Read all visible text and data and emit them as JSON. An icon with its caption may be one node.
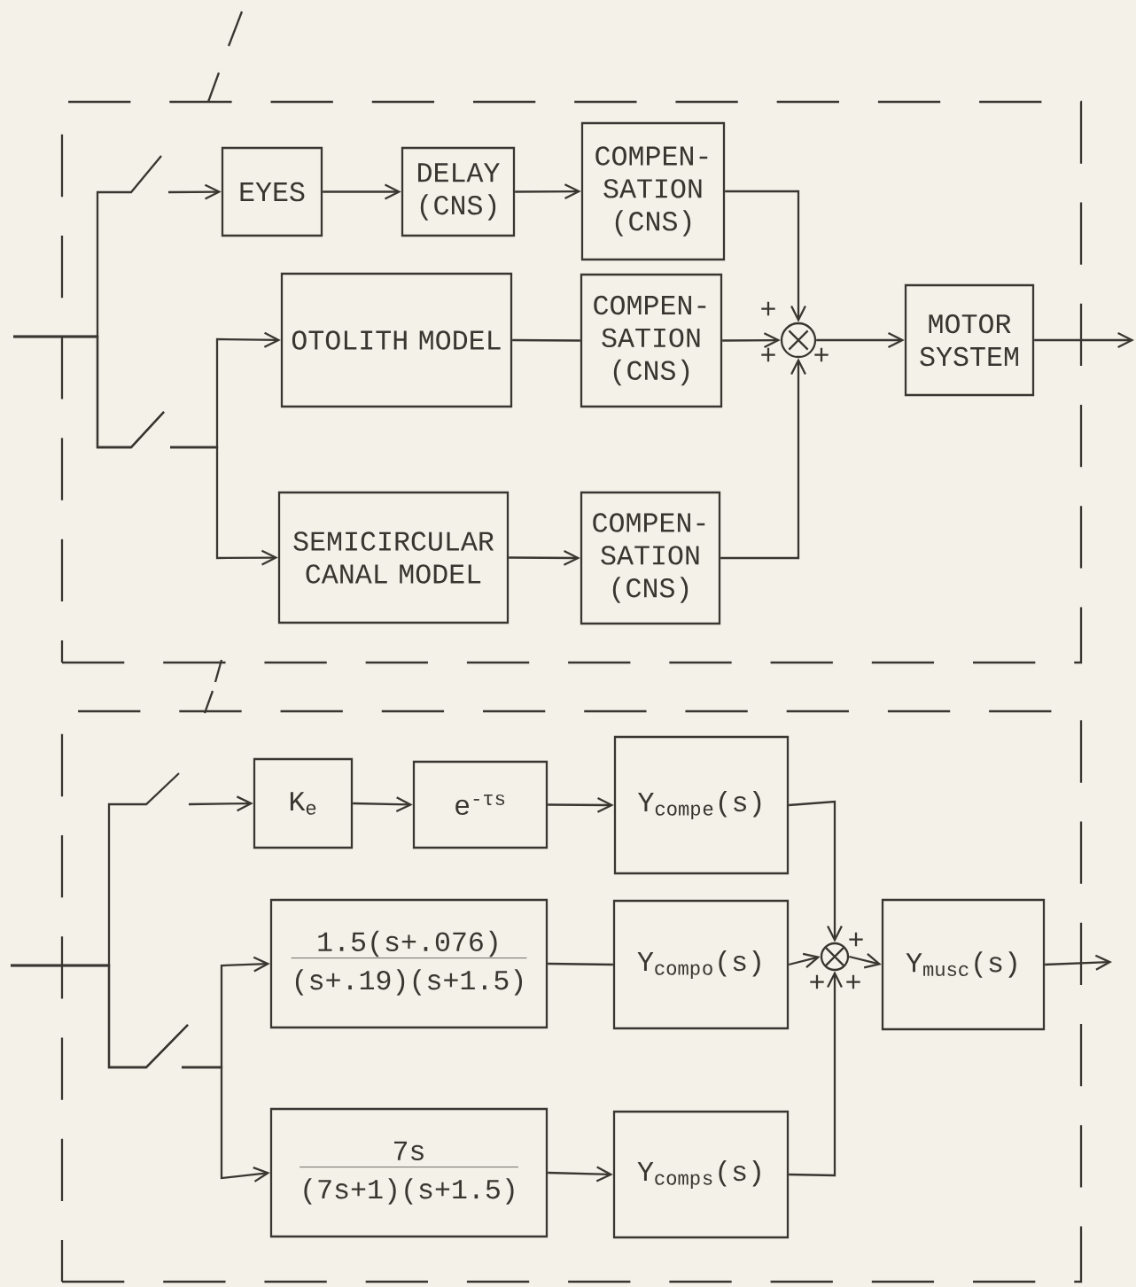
{
  "diagram": {
    "nodes": [
      {
        "text": [],
        "shape": "box"
      },
      {
        "text": [
          "EYES"
        ],
        "in": 0
      },
      {
        "text": [
          "DELAY (CNS)"
        ],
        "in": 0
      },
      {
        "text": [
          "COMPEN- SATION (CNS)"
        ],
        "in": 0
      },
      {
        "text": [
          "OTOLITH MODEL"
        ],
        "in": 0
      },
      {
        "text": [
          "COMPEN- SATION (CNS)"
        ],
        "in": 0
      },
      {
        "text": [
          "SEMICIRCULAR CANAL MODEL"
        ],
        "in": 0
      },
      {
        "text": [
          "COMPEN- SATION (CNS)"
        ],
        "in": 0
      },
      {
        "text": [],
        "shape": "circle",
        "in": 0
      },
      {
        "text": [
          "MOTOR SYSTEM"
        ],
        "in": 0
      },
      {
        "text": [],
        "shape": "box"
      },
      {
        "text": [
          "K$_{e}$"
        ],
        "in": 10
      },
      {
        "text": [
          "e$^{-τs}$"
        ],
        "in": 10
      },
      {
        "text": [
          "Y$_{comp}$$_{e}$(s)"
        ],
        "in": 10
      },
      {
        "text": [
          "1.5(s+.076)",
          "(s+.19)(s+1.5)"
        ],
        "in": 10
      },
      {
        "text": [
          "Y$_{comp}$$_{o}$(s)"
        ],
        "in": 10
      },
      {
        "text": [
          "7s",
          "(7s+1)(s+1.5)"
        ],
        "in": 10
      },
      {
        "text": [
          "Y$_{comp}$$_{s}$(s)"
        ],
        "in": 10
      },
      {
        "text": [],
        "shape": "circle",
        "in": 10
      },
      {
        "text": [
          "Y$_{musc}$(s)"
        ],
        "in": 10
      }
    ],
    "edges": [
      {
        "from": null,
        "to": 1,
        "arrow": "to"
      },
      {
        "from": null,
        "to": 4,
        "arrow": "to"
      },
      {
        "from": null,
        "to": 6,
        "arrow": "to"
      },
      {
        "from": 1,
        "to": 2,
        "arrow": "to"
      },
      {
        "from": 2,
        "to": 3,
        "arrow": "to"
      },
      {
        "from": 3,
        "to": 8,
        "arrow": "to"
      },
      {
        "from": 4,
        "to": 5,
        "arrow": "none"
      },
      {
        "from": 5,
        "to": 8,
        "arrow": "to"
      },
      {
        "from": 6,
        "to": 7,
        "arrow": "to"
      },
      {
        "from": 7,
        "to": 8,
        "arrow": "to"
      },
      {
        "from": 8,
        "to": 9,
        "arrow": "to"
      },
      {
        "from": 9,
        "to": null,
        "arrow": "to"
      },
      {
        "from": null,
        "to": 11,
        "arrow": "to"
      },
      {
        "from": null,
        "to": 14,
        "arrow": "to"
      },
      {
        "from": null,
        "to": 16,
        "arrow": "to"
      },
      {
        "from": 11,
        "to": 12,
        "arrow": "to"
      },
      {
        "from": 12,
        "to": 13,
        "arrow": "to"
      },
      {
        "from": 13,
        "to": 18,
        "arrow": "to"
      },
      {
        "from": 14,
        "to": 15,
        "arrow": "none"
      },
      {
        "from": 15,
        "to": 18,
        "arrow": "to"
      },
      {
        "from": 16,
        "to": 17,
        "arrow": "to"
      },
      {
        "from": 17,
        "to": 18,
        "arrow": "to"
      },
      {
        "from": 18,
        "to": 19,
        "arrow": "to"
      },
      {
        "from": 19,
        "to": null,
        "arrow": "to"
      }
    ],
    "labels": [
      "+",
      "+",
      "+",
      "+",
      "+",
      "+"
    ]
  }
}
